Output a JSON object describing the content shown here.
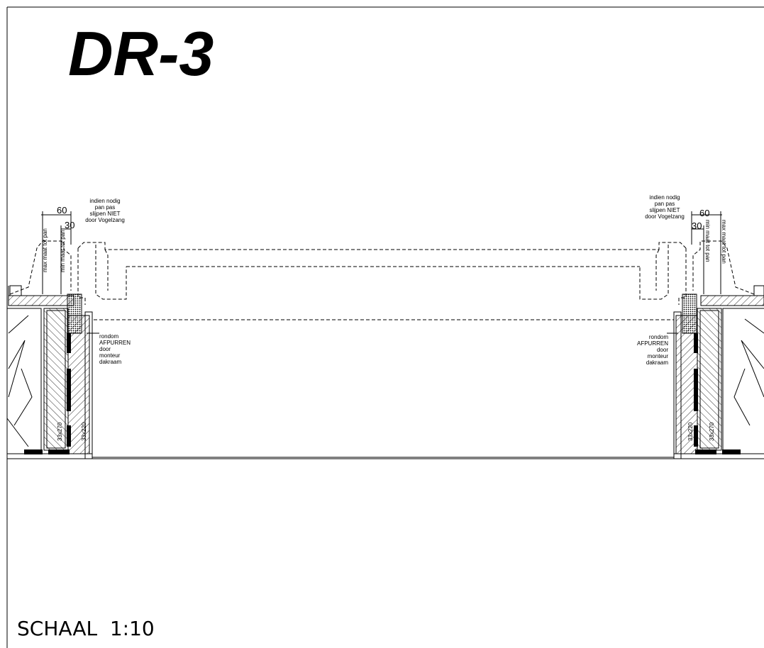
{
  "title": "DR-3",
  "scale_label": "SCHAAL  1:10",
  "left": {
    "note_cut": [
      "indien nodig",
      "pan pas",
      "slijpen NIET",
      "door Vogelzang"
    ],
    "dim_60": "60",
    "dim_30": "30",
    "vert_max": "max maat tot pan",
    "vert_min": "min maat tot pan",
    "note_seal": [
      "rondom",
      "AFPURREN",
      "door",
      "monteur",
      "dakraam"
    ],
    "beam_outer": "33x270",
    "beam_inner": "33x220"
  },
  "right": {
    "note_cut": [
      "indien nodig",
      "pan pas",
      "slijpen NIET",
      "door Vogelzang"
    ],
    "dim_60": "60",
    "dim_30": "30",
    "vert_max": "max maat tot pan",
    "vert_min": "min maat tot pan",
    "note_seal": [
      "rondom",
      "AFPURREN",
      "door",
      "monteur",
      "dakraam"
    ],
    "beam_outer": "33x270",
    "beam_inner": "33x220"
  }
}
